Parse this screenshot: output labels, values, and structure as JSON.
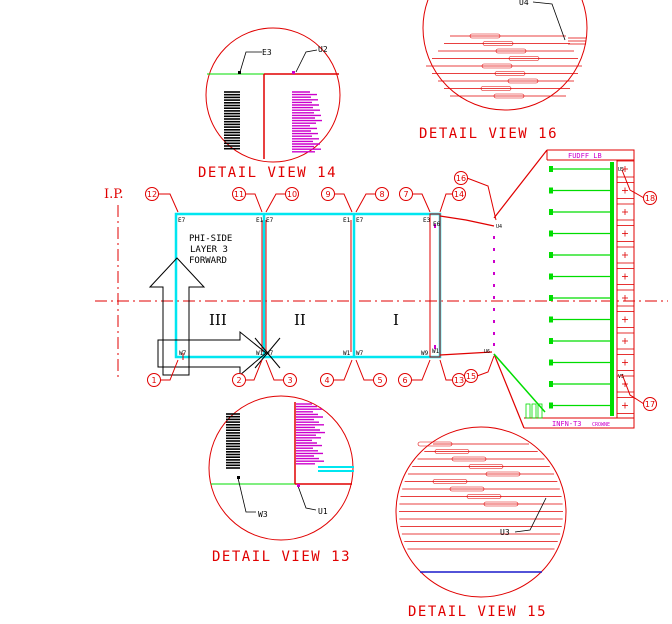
{
  "labels": {
    "ip": "I.P.",
    "phi_side": [
      "PHI-SIDE",
      "LAYER 3",
      "FORWARD"
    ],
    "sections": [
      "III",
      "II",
      "I"
    ],
    "detail_13": "DETAIL VIEW 13",
    "detail_14": "DETAIL VIEW 14",
    "detail_15": "DETAIL VIEW 15",
    "detail_16": "DETAIL VIEW 16",
    "fudff": "FUDFF_LB",
    "infn": "INFN-T3",
    "crowne": "CROWNE"
  },
  "callouts": [
    "1",
    "2",
    "3",
    "4",
    "5",
    "6",
    "7",
    "8",
    "9",
    "10",
    "11",
    "12",
    "13",
    "14",
    "15",
    "16",
    "17",
    "18"
  ],
  "tags": {
    "e3": "E3",
    "u2": "U2",
    "u4": "U4",
    "w3": "W3",
    "u1": "U1",
    "u3": "U3",
    "e7": "E7",
    "e1": "E1",
    "w7": "W7",
    "w1": "W1",
    "w9": "W9",
    "e6": "E6",
    "u5": "U5",
    "u6": "U6",
    "v5": "V5"
  },
  "colors": {
    "red": "#e00000",
    "cyan": "#00e6f0",
    "magenta": "#cc00cc",
    "green": "#00dd00",
    "blue": "#1a1acc",
    "black": "#000000"
  }
}
